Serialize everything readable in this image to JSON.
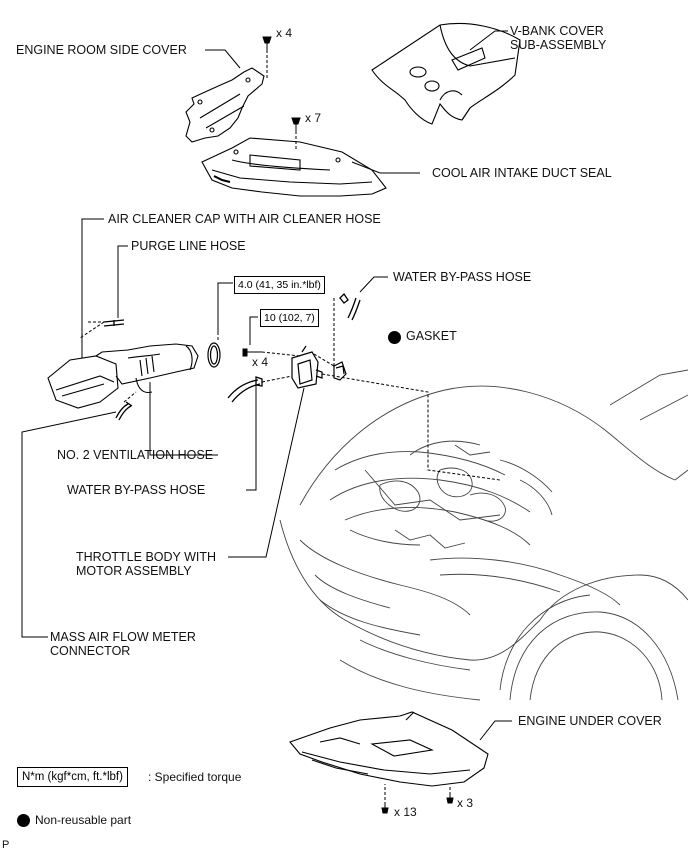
{
  "labels": {
    "engine_room_side_cover": "ENGINE ROOM SIDE COVER",
    "v_bank_cover_line1": "V-BANK COVER",
    "v_bank_cover_line2": "SUB-ASSEMBLY",
    "cool_air_intake_duct_seal": "COOL AIR INTAKE DUCT SEAL",
    "air_cleaner_cap": "AIR CLEANER CAP WITH AIR CLEANER HOSE",
    "purge_line_hose": "PURGE LINE HOSE",
    "water_bypass_hose_top": "WATER BY-PASS HOSE",
    "gasket": "GASKET",
    "no2_ventilation_hose": "NO. 2 VENTILATION HOSE",
    "water_bypass_hose_bottom": "WATER BY-PASS HOSE",
    "throttle_body_line1": "THROTTLE BODY WITH",
    "throttle_body_line2": "MOTOR ASSEMBLY",
    "mass_air_flow_line1": "MASS AIR FLOW METER",
    "mass_air_flow_line2": "CONNECTOR",
    "engine_under_cover": "ENGINE UNDER COVER"
  },
  "quantities": {
    "side_cover_clips": "x 4",
    "duct_seal_clips": "x 7",
    "throttle_bolts": "x 4",
    "under_cover_bolts": "x 13",
    "under_cover_clips": "x 3"
  },
  "torque": {
    "throttle_body_spec": "4.0 (41, 35 in.*lbf)",
    "bolt_spec": "10 (102, 7)"
  },
  "legend": {
    "torque_unit": "N*m (kgf*cm, ft.*lbf)",
    "torque_desc": ": Specified torque",
    "non_reusable": "Non-reusable part"
  },
  "footer_code": "P"
}
